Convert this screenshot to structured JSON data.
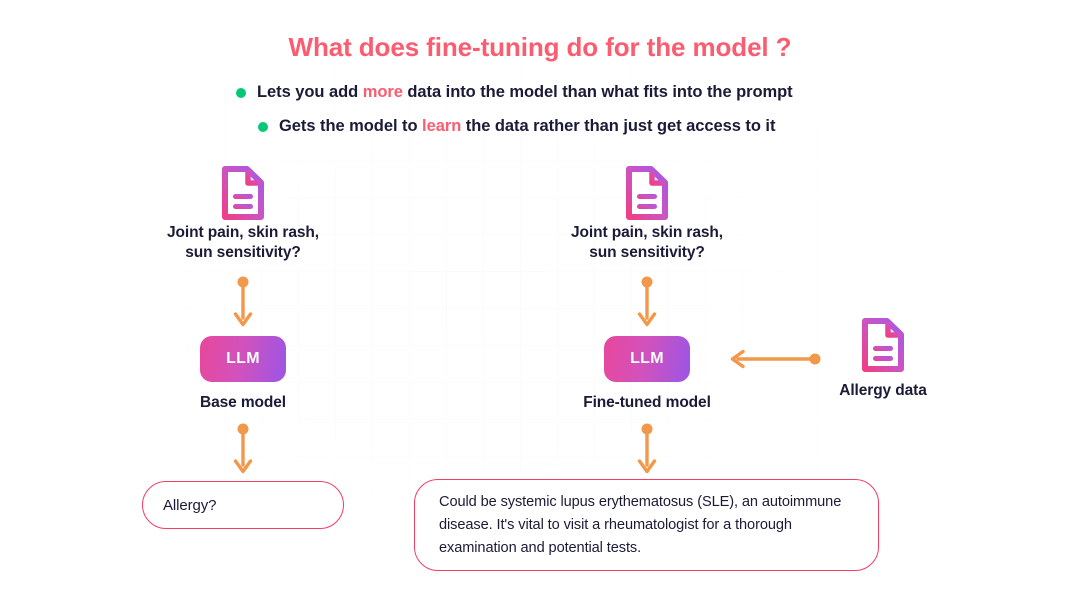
{
  "header": {
    "title": "What does fine-tuning do for the model ?",
    "bullets": [
      {
        "pre": "Lets you add ",
        "highlight": "more",
        "post": " data into the model than what fits into the prompt"
      },
      {
        "pre": "Gets the model to ",
        "highlight": "learn",
        "post": " the data rather than just get access to it"
      }
    ]
  },
  "colors": {
    "title": "#fb5c6f",
    "highlight": "#fb5c6f",
    "bullet_dot": "#04c877",
    "text": "#1b1b38",
    "arrow": "#f2984b",
    "box_border": "#f43e63",
    "llm_gradient_start": "#e8479b",
    "llm_gradient_end": "#9b55e6"
  },
  "base_flow": {
    "doc_icon": "document-icon",
    "prompt": "Joint pain, skin rash,\nsun sensitivity?",
    "arrow_down_1": "arrow-down-icon",
    "llm_label": "LLM",
    "model_label": "Base model",
    "arrow_down_2": "arrow-down-icon",
    "answer": "Allergy?"
  },
  "finetuned_flow": {
    "doc_icon": "document-icon",
    "prompt": "Joint pain, skin rash,\nsun sensitivity?",
    "arrow_down_1": "arrow-down-icon",
    "llm_label": "LLM",
    "model_label": "Fine-tuned model",
    "arrow_down_2": "arrow-down-icon",
    "answer": "Could be systemic lupus erythematosus (SLE), an autoimmune disease. It's vital to visit a rheumatologist for a thorough examination and potential tests."
  },
  "data_source": {
    "arrow_left": "arrow-left-icon",
    "doc_icon": "document-icon",
    "label": "Allergy data"
  }
}
